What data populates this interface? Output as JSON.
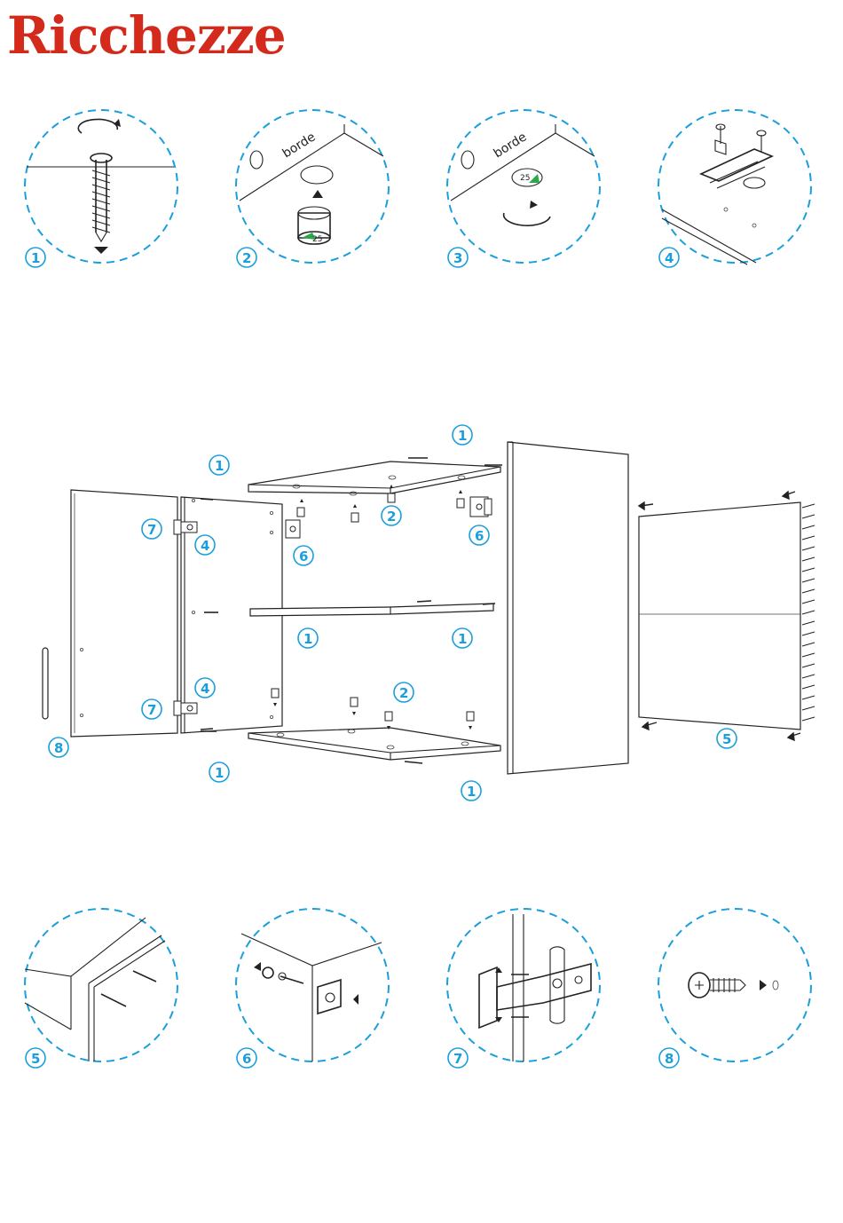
{
  "brand": {
    "name": "Ricchezze"
  },
  "detail_top": [
    {
      "step": "1"
    },
    {
      "step": "2",
      "edge_label": "borde",
      "cam_number": "25"
    },
    {
      "step": "3",
      "edge_label": "borde",
      "cam_number": "25"
    },
    {
      "step": "4"
    }
  ],
  "assembly_callouts": {
    "top_shelf_right": "1",
    "top_shelf_left": "1",
    "cam_top": "2",
    "bracket_right": "6",
    "bracket_left": "6",
    "hinge_top_door": "7",
    "hinge_top_side": "4",
    "mid_shelf_left": "1",
    "mid_shelf_right": "1",
    "hinge_bottom_side": "4",
    "cam_bottom": "2",
    "hinge_bottom_door": "7",
    "handle": "8",
    "back_panel": "5",
    "bottom_left": "1",
    "bottom_right": "1"
  },
  "detail_bottom": [
    {
      "step": "5"
    },
    {
      "step": "6"
    },
    {
      "step": "7"
    },
    {
      "step": "8"
    }
  ],
  "colors": {
    "brand": "#d42a1c",
    "callout": "#1b9fdc",
    "line": "#222222",
    "cam_mark": "#2aa84a"
  }
}
